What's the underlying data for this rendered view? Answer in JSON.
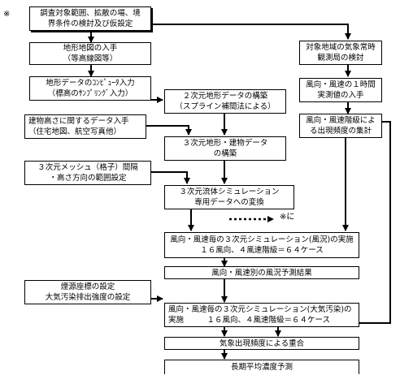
{
  "note_mark": "※",
  "boxes": {
    "b1": {
      "line1": "調査対象範囲、拡散の場、境",
      "line2": "界条件の検討及び仮設定"
    },
    "b2": {
      "line1": "地形地図の入手",
      "line2": "（等高線図等）"
    },
    "b3": {
      "line1": "地形データのｺﾝﾋﾟｭｰﾀ入力",
      "line2": "（標高のｻﾝﾌﾟﾘﾝｸﾞ入力）"
    },
    "b4": {
      "line1": "建物高さに関するデータ入手",
      "line2": "（住宅地図、航空写真他）"
    },
    "b5": {
      "line1": "３次元メッシュ（格子）間隔",
      "line2": "・高さ方向の範囲設定"
    },
    "b6": {
      "line1": "煙源座標の設定",
      "line2": "大気汚染排出強度の設定"
    },
    "c1": {
      "line1": "２次元地形データの構築",
      "line2": "（スプライン補間法による）"
    },
    "c2": {
      "line1": "３次元地形・建物データ",
      "line2": "の構築"
    },
    "c3": {
      "line1": "３次元流体シミュレーション",
      "line2": "専用データへの変換"
    },
    "c4": {
      "line1": "風向・風速毎の３次元シミュレーション(風況)の実施",
      "line2": "１６風向、４風速階級＝６４ケース"
    },
    "c5": {
      "line1": "風向・風速別の風況予測結果"
    },
    "c6": {
      "line1": "風向・風速毎の３次元シミュレーション(大気汚染)の",
      "line2": "実施　　　１６風向、４風速階級＝６４ケース"
    },
    "c7": {
      "line1": "気象出現頻度による重合"
    },
    "c8": {
      "line1": "長期平均濃度予測"
    },
    "r1": {
      "line1": "対象地域の気象常時",
      "line2": "観測局の検討"
    },
    "r2": {
      "line1": "風向・風速の１時間",
      "line2": "実測値の入手"
    },
    "r3": {
      "line1": "風向・風速階級によ",
      "line2": "る出現頻度の集計"
    }
  },
  "dashed_note": "※に"
}
